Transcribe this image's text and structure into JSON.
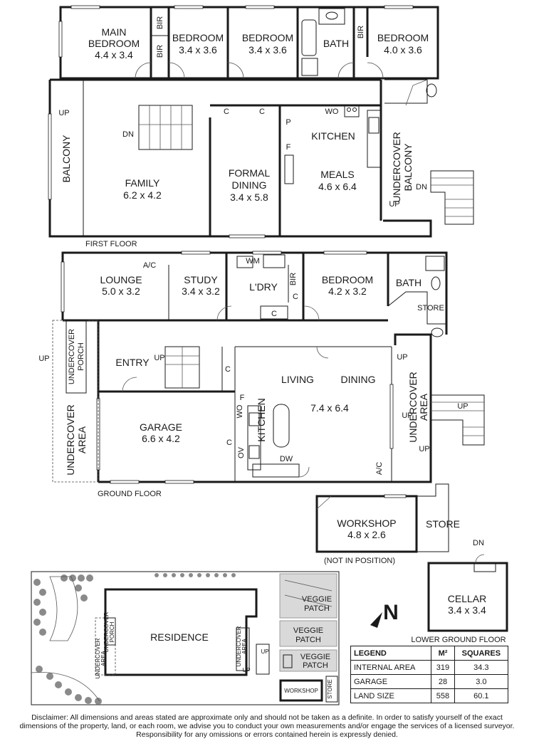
{
  "first_floor": {
    "label": "FIRST FLOOR",
    "rooms": {
      "main_bedroom_l1": "MAIN",
      "main_bedroom_l2": "BEDROOM",
      "main_bedroom_dim": "4.4 x 3.4",
      "bedroom_2": "BEDROOM",
      "bedroom_2_dim": "3.4 x 3.6",
      "bedroom_3": "BEDROOM",
      "bedroom_3_dim": "3.4 x 3.6",
      "bath": "BATH",
      "bedroom_4": "BEDROOM",
      "bedroom_4_dim": "4.0 x 3.6",
      "balcony": "BALCONY",
      "family": "FAMILY",
      "family_dim": "6.2 x 4.2",
      "formal_dining_l1": "FORMAL",
      "formal_dining_l2": "DINING",
      "formal_dining_dim": "3.4 x 5.8",
      "kitchen": "KITCHEN",
      "meals": "MEALS",
      "meals_dim": "4.6 x 6.4",
      "undercover_balcony_l1": "UNDERCOVER",
      "undercover_balcony_l2": "BALCONY"
    },
    "marks": {
      "bir": "BIR",
      "c": "C",
      "p": "P",
      "f": "F",
      "wo": "WO",
      "up": "UP",
      "dn": "DN"
    }
  },
  "ground_floor": {
    "label": "GROUND FLOOR",
    "rooms": {
      "lounge": "LOUNGE",
      "lounge_dim": "5.0 x 3.2",
      "study": "STUDY",
      "study_dim": "3.4 x 3.2",
      "laundry": "L'DRY",
      "bedroom": "BEDROOM",
      "bedroom_dim": "4.2 x 3.2",
      "bath": "BATH",
      "store": "STORE",
      "undercover_porch_l1": "UNDERCOVER",
      "undercover_porch_l2": "PORCH",
      "entry": "ENTRY",
      "living": "LIVING",
      "dining": "DINING",
      "living_dining_dim": "7.4 x 6.4",
      "kitchen": "KITCHEN",
      "undercover_area_l1": "UNDERCOVER",
      "undercover_area_l2": "AREA",
      "garage": "GARAGE",
      "garage_dim": "6.6 x 4.2"
    },
    "marks": {
      "ac": "A/C",
      "wm": "WM",
      "bir": "BIR",
      "c": "C",
      "f": "F",
      "wo": "WO",
      "ov": "OV",
      "dw": "DW",
      "up": "UP"
    }
  },
  "outbuildings": {
    "workshop": "WORKSHOP",
    "workshop_dim": "4.8 x 2.6",
    "store": "STORE",
    "not_in_position": "(NOT IN POSITION)"
  },
  "lower_ground": {
    "label": "LOWER GROUND FLOOR",
    "cellar": "CELLAR",
    "cellar_dim": "3.4 x 3.4",
    "dn": "DN"
  },
  "site_plan": {
    "residence": "RESIDENCE",
    "veggie": "VEGGIE",
    "patch": "PATCH",
    "workshop": "WORKSHOP",
    "store": "STORE",
    "undercover": "UNDERCOVER",
    "porch": "PORCH",
    "area": "AREA",
    "up": "UP"
  },
  "north_symbol": "N",
  "legend": {
    "headers": [
      "LEGEND",
      "M²",
      "SQUARES"
    ],
    "rows": [
      [
        "INTERNAL AREA",
        "319",
        "34.3"
      ],
      [
        "GARAGE",
        "28",
        "3.0"
      ],
      [
        "LAND SIZE",
        "558",
        "60.1"
      ]
    ]
  },
  "disclaimer": "Disclaimer: All dimensions and areas stated are approximate only and should not be taken as a definite. In order to satisfy yourself of the exact dimensions of the property, land, or each room, we advise you to conduct your own measurements and/or engage the services of a licensed surveyor. Responsibility for any omissions or errors contained herein is expressly denied."
}
